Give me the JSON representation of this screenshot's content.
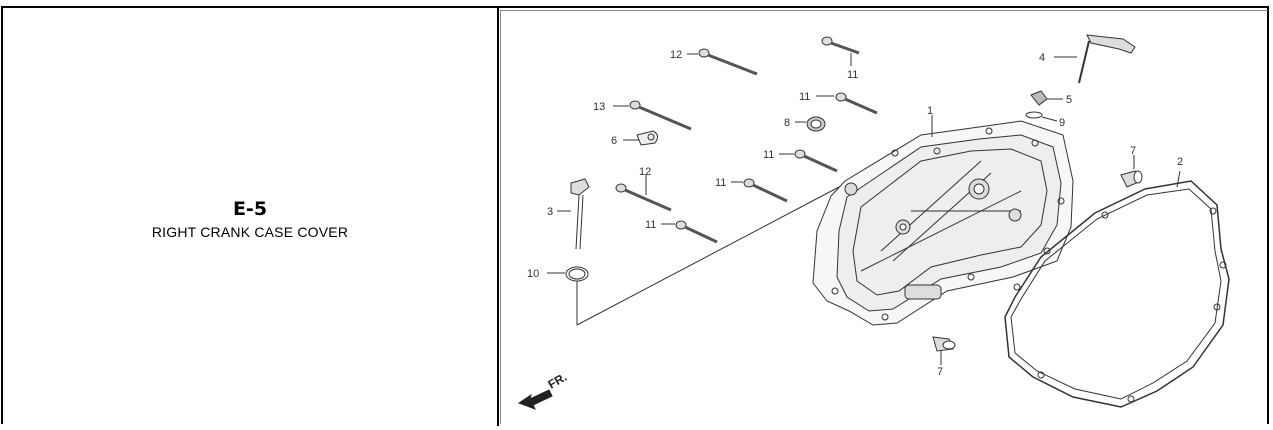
{
  "section": {
    "code": "E-5",
    "title": "RIGHT CRANK CASE COVER"
  },
  "diagram": {
    "direction_label": "FR.",
    "callouts": {
      "c1": "1",
      "c2": "2",
      "c3": "3",
      "c4": "4",
      "c5": "5",
      "c6": "6",
      "c7a": "7",
      "c7b": "7",
      "c8": "8",
      "c9": "9",
      "c10": "10",
      "c11a": "11",
      "c11b": "11",
      "c11c": "11",
      "c11d": "11",
      "c11e": "11",
      "c12a": "12",
      "c12b": "12",
      "c13": "13"
    }
  }
}
